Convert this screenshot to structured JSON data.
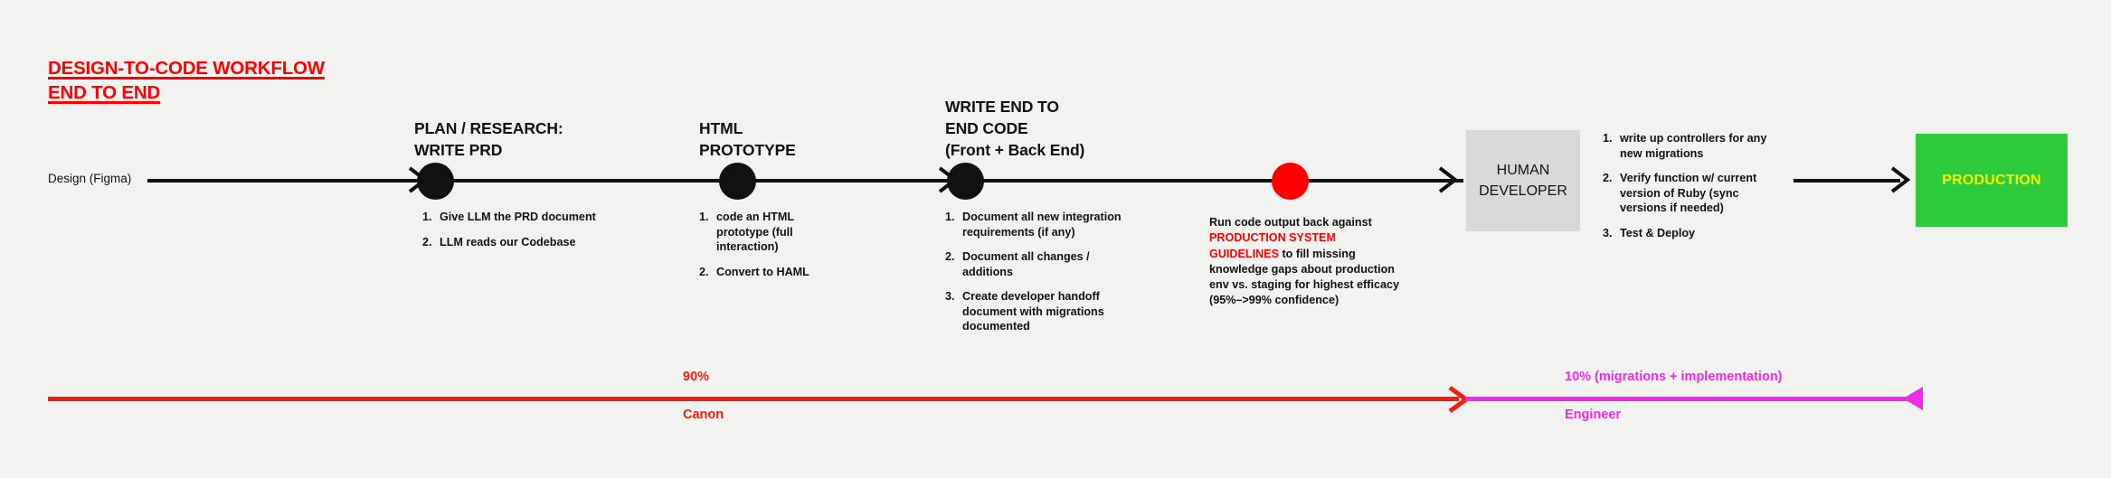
{
  "title": {
    "line1": "DESIGN-TO-CODE WORKFLOW",
    "line2": "END TO END"
  },
  "source": {
    "label": "Design (Figma)"
  },
  "stages": [
    {
      "heading_line1": "PLAN / RESEARCH:",
      "heading_line2": "WRITE PRD",
      "heading_line3": "",
      "steps": [
        {
          "num": "1.",
          "text": "Give LLM the PRD document"
        },
        {
          "num": "2.",
          "text": "LLM reads our Codebase"
        }
      ]
    },
    {
      "heading_line1": "HTML",
      "heading_line2": "PROTOTYPE",
      "heading_line3": "",
      "steps": [
        {
          "num": "1.",
          "text": "code an HTML prototype (full interaction)"
        },
        {
          "num": "2.",
          "text": "Convert to HAML"
        }
      ]
    },
    {
      "heading_line1": "WRITE END TO",
      "heading_line2": "END CODE",
      "heading_line3": "(Front + Back End)",
      "steps": [
        {
          "num": "1.",
          "text": "Document all new integration requirements (if any)"
        },
        {
          "num": "2.",
          "text": "Document all changes / additions"
        },
        {
          "num": "3.",
          "text": "Create developer handoff document with migrations documented"
        }
      ]
    }
  ],
  "audit": {
    "text_before": "Run code output back against ",
    "highlight": "PRODUCTION SYSTEM GUIDELINES",
    "text_after": " to fill missing knowledge gaps about production env vs. staging for highest efficacy (95%–>99% confidence)",
    "highlight_color": "#ff0000"
  },
  "human_box": {
    "line1": "HUMAN",
    "line2": "DEVELOPER",
    "fill": "#d9d9d9",
    "steps": [
      {
        "num": "1.",
        "text": "write up controllers for any new migrations"
      },
      {
        "num": "2.",
        "text": "Verify function w/ current version of Ruby (sync versions if needed)"
      },
      {
        "num": "3.",
        "text": "Test & Deploy"
      }
    ]
  },
  "production_box": {
    "label": "PRODUCTION",
    "fill": "#2ecc3c",
    "text_color": "#f5f500"
  },
  "ratio": {
    "canon": {
      "percent": "90%",
      "owner": "Canon",
      "color": "#f41c10"
    },
    "engineer": {
      "percent": "10% (migrations + implementation)",
      "owner": "Engineer",
      "color": "#ef2ae8"
    }
  }
}
